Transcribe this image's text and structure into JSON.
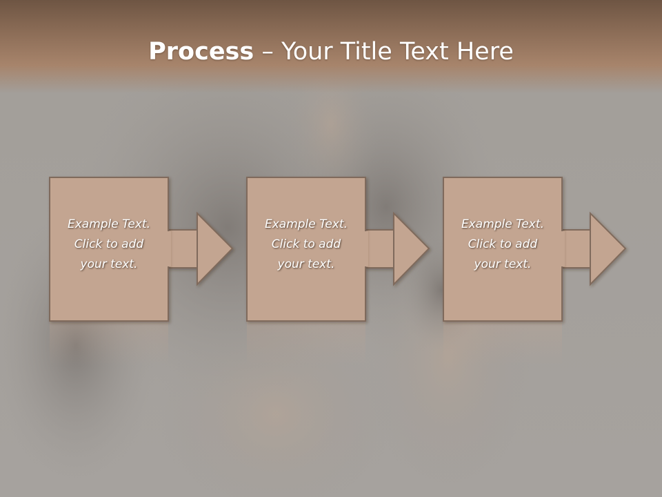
{
  "slide": {
    "title_bold": "Process",
    "title_rest": " – Your Title Text Here"
  },
  "colors": {
    "header_dark": "#6e5543",
    "header_light": "#a7846b",
    "box_fill": "#c3a591",
    "box_stroke": "#7f6a5b",
    "background": "#9c9894"
  },
  "process_steps": [
    {
      "lines": [
        "Example Text.",
        "Click  to add",
        "your text."
      ]
    },
    {
      "lines": [
        "Example Text.",
        "Click  to add",
        "your text."
      ]
    },
    {
      "lines": [
        "Example Text.",
        "Click  to add",
        "your text."
      ]
    }
  ]
}
